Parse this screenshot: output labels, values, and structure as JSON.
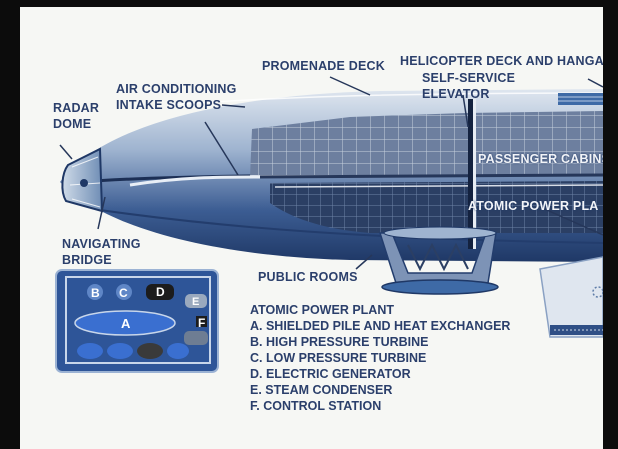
{
  "labels": {
    "radar_dome": [
      "RADAR",
      "DOME"
    ],
    "air_conditioning": [
      "AIR CONDITIONING",
      "INTAKE SCOOPS"
    ],
    "promenade_deck": "PROMENADE DECK",
    "helicopter_deck": "HELICOPTER DECK AND HANGA",
    "self_service_elevator": [
      "SELF-SERVICE",
      "ELEVATOR"
    ],
    "passenger_cabins": "PASSENGER CABINS",
    "atomic_power_plant": "ATOMIC POWER PLA",
    "navigating_bridge": [
      "NAVIGATING",
      "BRIDGE"
    ],
    "public_rooms": "PUBLIC ROOMS"
  },
  "inset": {
    "component_letters": [
      "A",
      "B",
      "C",
      "D",
      "E",
      "F"
    ]
  },
  "legend": {
    "title": "ATOMIC POWER PLANT",
    "items": [
      "A. SHIELDED PILE AND HEAT EXCHANGER",
      "B. HIGH PRESSURE TURBINE",
      "C. LOW PRESSURE TURBINE",
      "D. ELECTRIC GENERATOR",
      "E. STEAM CONDENSER",
      "F. CONTROL STATION"
    ]
  },
  "colors": {
    "label_text": "#2b3f6b",
    "hull": "#2f4f86",
    "hull_light": "#9fb4d0",
    "page": "#f6f7f4"
  }
}
